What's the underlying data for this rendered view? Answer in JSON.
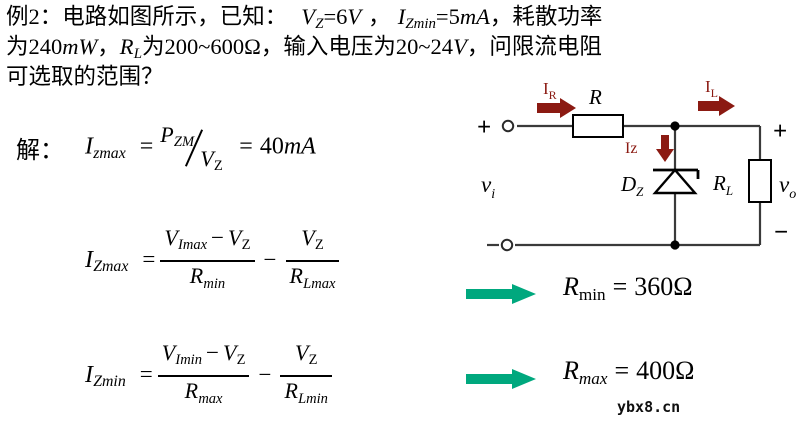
{
  "problem": {
    "line1_a": "例2：电路如图所示，已知：",
    "line1_v": "V",
    "line1_v_sub": "Z",
    "line1_veq": "=6",
    "line1_vunit": "V",
    "line1_comma": "，",
    "line1_i": "I",
    "line1_i_sub": "Zmin",
    "line1_ieq": "=5",
    "line1_iunit": "mA",
    "line1_tail": "，耗散功率",
    "line2_a": "为240",
    "line2_unit": "mW",
    "line2_b": "，",
    "line2_rl": "R",
    "line2_rl_sub": "L",
    "line2_c": "为200~600Ω，输入电压为20~24",
    "line2_vunit": "V",
    "line2_d": "，问限流电阻",
    "line3": "可选取的范围？"
  },
  "solution": {
    "label": "解：",
    "eq1": {
      "lhs": "I",
      "lhs_sub": "zmax",
      "eq": "=",
      "num": "P",
      "num_sub": "ZM",
      "den": "V",
      "den_sub": "Z",
      "eq2": "=",
      "rhs": "40",
      "rhs_unit": "mA"
    },
    "eq2": {
      "lhs": "I",
      "lhs_sub": "Zmax",
      "eq": "=",
      "f1_num_a": "V",
      "f1_num_a_sub": "Imax",
      "f1_num_minus": "−",
      "f1_num_b": "V",
      "f1_num_b_sub": "Z",
      "f1_den": "R",
      "f1_den_sub": "min",
      "op": "−",
      "f2_num": "V",
      "f2_num_sub": "Z",
      "f2_den": "R",
      "f2_den_sub": "Lmax"
    },
    "eq3": {
      "lhs": "I",
      "lhs_sub": "Zmin",
      "eq": "=",
      "f1_num_a": "V",
      "f1_num_a_sub": "Imin",
      "f1_num_minus": "−",
      "f1_num_b": "V",
      "f1_num_b_sub": "Z",
      "f1_den": "R",
      "f1_den_sub": "max",
      "op": "−",
      "f2_num": "V",
      "f2_num_sub": "Z",
      "f2_den": "R",
      "f2_den_sub": "Lmin"
    }
  },
  "results": [
    {
      "symbol": "R",
      "sub": "min",
      "equals": "=",
      "value": "360",
      "unit": "Ω",
      "arrow_icon": "right-arrow-icon"
    },
    {
      "symbol": "R",
      "sub": "max",
      "equals": "=",
      "value": "400",
      "unit": "Ω",
      "arrow_icon": "right-arrow-icon"
    }
  ],
  "circuit": {
    "label_ir": "I",
    "label_ir_sub": "R",
    "label_il": "I",
    "label_il_sub": "L",
    "label_iz": "Iz",
    "label_r": "R",
    "label_rl": "R",
    "label_rl_sub": "L",
    "label_dz": "D",
    "label_dz_sub": "Z",
    "label_vi": "v",
    "label_vi_sub": "i",
    "label_vo": "v",
    "label_vo_sub": "o",
    "plus_in": "+",
    "minus_in": "−",
    "plus_out": "+",
    "minus_out": "−",
    "icons": {
      "resistor_r": "resistor-icon",
      "resistor_rl": "resistor-icon",
      "zener": "zener-diode-icon",
      "terminal_top": "terminal-node-icon",
      "terminal_bottom": "terminal-node-icon",
      "junction_top": "junction-dot-icon",
      "junction_bottom": "junction-dot-icon",
      "arrow_ir": "current-arrow-icon",
      "arrow_il": "current-arrow-icon",
      "arrow_iz": "current-arrow-down-icon"
    }
  },
  "colors": {
    "current_label": "#8B1A12",
    "wire": "#3a3a3a",
    "result_arrow": "#00A87E",
    "text": "#000000"
  },
  "watermark": "ybx8.cn"
}
